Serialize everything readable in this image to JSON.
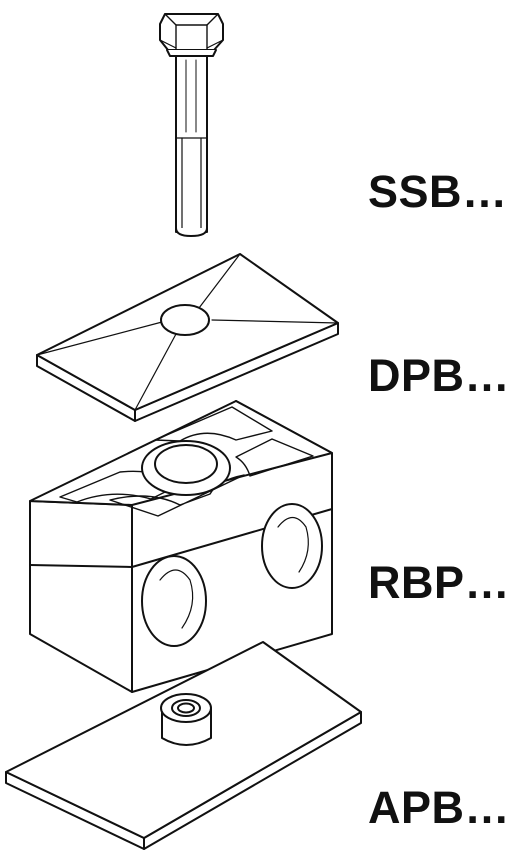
{
  "parts": [
    {
      "id": "ssb",
      "label": "SSB…",
      "icon": "hex-bolt-icon"
    },
    {
      "id": "dpb",
      "label": "DPB…",
      "icon": "cover-plate-icon"
    },
    {
      "id": "rbp",
      "label": "RBP…",
      "icon": "clamp-body-icon"
    },
    {
      "id": "apb",
      "label": "APB…",
      "icon": "weld-plate-icon"
    }
  ],
  "colors": {
    "line": "#111111",
    "fill": "#ffffff"
  }
}
